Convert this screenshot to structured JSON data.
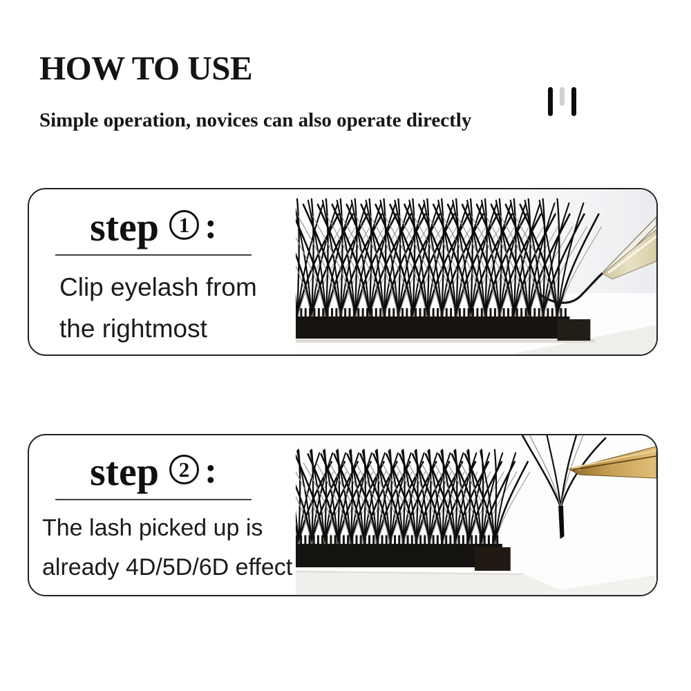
{
  "header": {
    "title": "HOW TO USE",
    "subtitle": "Simple operation, novices can also operate directly"
  },
  "icons": {
    "header_decoration": "triple-bars"
  },
  "steps": [
    {
      "label_prefix": "step",
      "number": "1",
      "label_suffix": ":",
      "description_lines": [
        "Clip eyelash from",
        "the rightmost"
      ],
      "photo": "lash-strip-with-tweezers-picking-rightmost-lash"
    },
    {
      "label_prefix": "step",
      "number": "2",
      "label_suffix": ":",
      "description_lines": [
        "The lash picked up is",
        "already 4D/5D/6D effect"
      ],
      "photo": "tweezers-holding-picked-lash-fan"
    }
  ],
  "colors": {
    "text": "#111111",
    "card_border": "#232323",
    "tweezer_gold": "#c59e52",
    "tweezer_pale": "#ddd3b0",
    "bar_gray": "#cfcfcf",
    "lash_black": "#0d0d0d"
  }
}
